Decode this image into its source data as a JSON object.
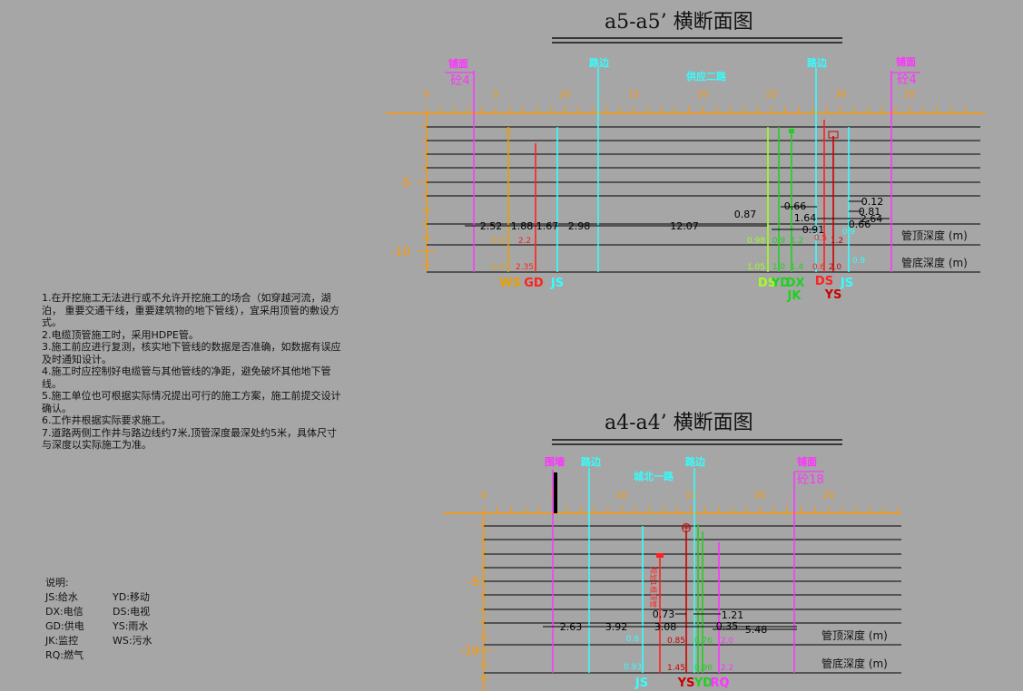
{
  "section_a5": {
    "title": "a5-a5’ 横断面图",
    "top_labels": [
      {
        "text": "铺面",
        "color": "#ff33ff"
      },
      {
        "text": "砼4",
        "color": "#ff33ff"
      },
      {
        "text": "路边",
        "color": "#33ffff"
      },
      {
        "text": "供应二路",
        "color": "#33ffff"
      },
      {
        "text": "路边",
        "color": "#33ffff"
      },
      {
        "text": "铺面",
        "color": "#ff33ff"
      },
      {
        "text": "砼4",
        "color": "#ff33ff"
      }
    ],
    "ruler_ticks": [
      "0",
      "5",
      "10",
      "15",
      "20",
      "25",
      "30",
      "35"
    ],
    "depth_ticks": [
      "-5",
      "-10"
    ],
    "spacings": [
      "2.52",
      "1.88",
      "1.67",
      "2.98",
      "12.07",
      "0.87",
      "0.66",
      "1.64",
      "0.91",
      "0.12",
      "0.81",
      "2.64",
      "0.66"
    ],
    "top_depths": [
      "0.9",
      "2.2",
      "0.98",
      "0.9",
      "1.2",
      "0.5",
      "1.2",
      "0.9"
    ],
    "bottom_depths": [
      "1.4",
      "2.35",
      "1.05",
      "1.0",
      "1.4",
      "0.6",
      "2.0",
      "0.9"
    ],
    "row_top_label": "管顶深度 (m)",
    "row_bottom_label": "管底深度 (m)",
    "pipe_codes": [
      {
        "text": "WS",
        "color": "#e8a000"
      },
      {
        "text": "GD",
        "color": "#ff2020"
      },
      {
        "text": "JS",
        "color": "#33ffff"
      },
      {
        "text": "DS",
        "color": "#a0ff20"
      },
      {
        "text": "YD",
        "color": "#20d020"
      },
      {
        "text": "DX",
        "color": "#20d020"
      },
      {
        "text": "JK",
        "color": "#20d020"
      },
      {
        "text": "DS",
        "color": "#ff2020"
      },
      {
        "text": "YS",
        "color": "#cc0000"
      },
      {
        "text": "JS",
        "color": "#33ffff"
      }
    ]
  },
  "section_a4": {
    "title": "a4-a4’ 横断面图",
    "top_labels": [
      {
        "text": "围墙",
        "color": "#ff33ff"
      },
      {
        "text": "路边",
        "color": "#33ffff"
      },
      {
        "text": "城北一路",
        "color": "#33ffff"
      },
      {
        "text": "路边",
        "color": "#33ffff"
      },
      {
        "text": "铺面",
        "color": "#ff33ff"
      },
      {
        "text": "砼18",
        "color": "#ff33ff"
      }
    ],
    "ruler_ticks": [
      "0",
      "5",
      "10",
      "15",
      "20",
      "25"
    ],
    "depth_ticks": [
      "-5",
      "-10"
    ],
    "spacings": [
      "2.63",
      "3.92",
      "3.08",
      "0.73",
      "1.21",
      "0.35",
      "5.48"
    ],
    "top_depths": [
      "0.8",
      "0.85",
      "0.76",
      "2.0"
    ],
    "bottom_depths": [
      "0.93",
      "1.45",
      "0.96",
      "2.2"
    ],
    "row_top_label": "管顶深度 (m)",
    "row_bottom_label": "管底深度 (m)",
    "vertical_note": "规划1根顶管",
    "pipe_codes": [
      {
        "text": "JS",
        "color": "#33ffff"
      },
      {
        "text": "YS",
        "color": "#cc0000"
      },
      {
        "text": "YD",
        "color": "#20d020"
      },
      {
        "text": "RQ",
        "color": "#ff33ff"
      }
    ]
  },
  "notes": [
    "1.在开挖施工无法进行或不允许开挖施工的场合（如穿越河流，湖泊，  重要交通干线，重要建筑物的地下管线），宜采用顶管的敷设方式。",
    "2.电缆顶管施工时，采用HDPE管。",
    "3.施工前应进行复测，核实地下管线的数据是否准确，如数据有误应及时通知设计。",
    "4.施工时应控制好电缆管与其他管线的净距，避免破坏其他地下管线。",
    "5.施工单位也可根据实际情况提出可行的施工方案，施工前提交设计确认。",
    "6.工作井根据实际要求施工。",
    "7.道路两侧工作井与路边线约7米,顶管深度最深处约5米，具体尺寸与深度以实际施工为准。"
  ],
  "legend": {
    "heading": "说明:",
    "rows": [
      [
        "JS:给水",
        "YD:移动"
      ],
      [
        "DX:电信",
        "DS:电视"
      ],
      [
        "GD:供电",
        "YS:雨水"
      ],
      [
        "JK:监控",
        "WS:污水"
      ],
      [
        "RQ:燃气",
        ""
      ]
    ]
  },
  "colors": {
    "background": "#a6a6a6",
    "ruler": "#ff9900",
    "grid": "#000000"
  }
}
